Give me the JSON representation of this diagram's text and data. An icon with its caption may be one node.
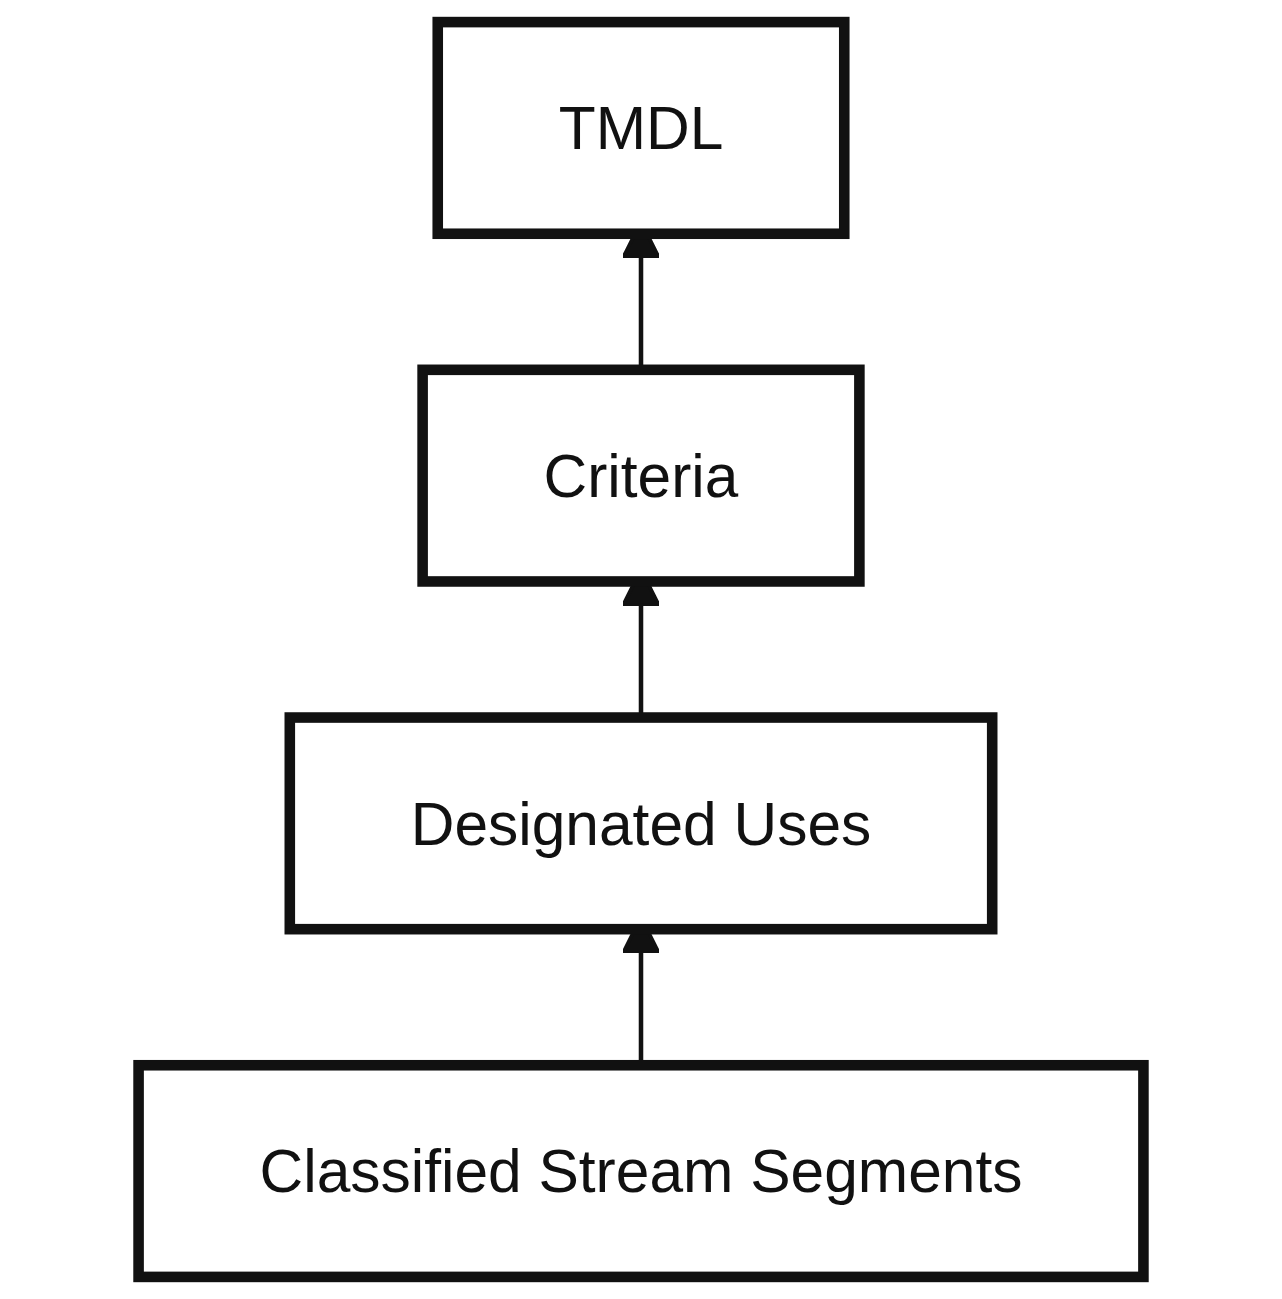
{
  "diagram": {
    "nodes": [
      {
        "text": [
          "TMDL"
        ]
      },
      {
        "text": [
          "Criteria"
        ]
      },
      {
        "text": [
          "Designated Uses"
        ]
      },
      {
        "text": [
          "Classified Stream Segments"
        ]
      }
    ],
    "edges": [
      {
        "from": 3,
        "to": 2,
        "arrow": "to"
      },
      {
        "from": 2,
        "to": 1,
        "arrow": "to"
      },
      {
        "from": 1,
        "to": 0,
        "arrow": "to"
      }
    ]
  }
}
